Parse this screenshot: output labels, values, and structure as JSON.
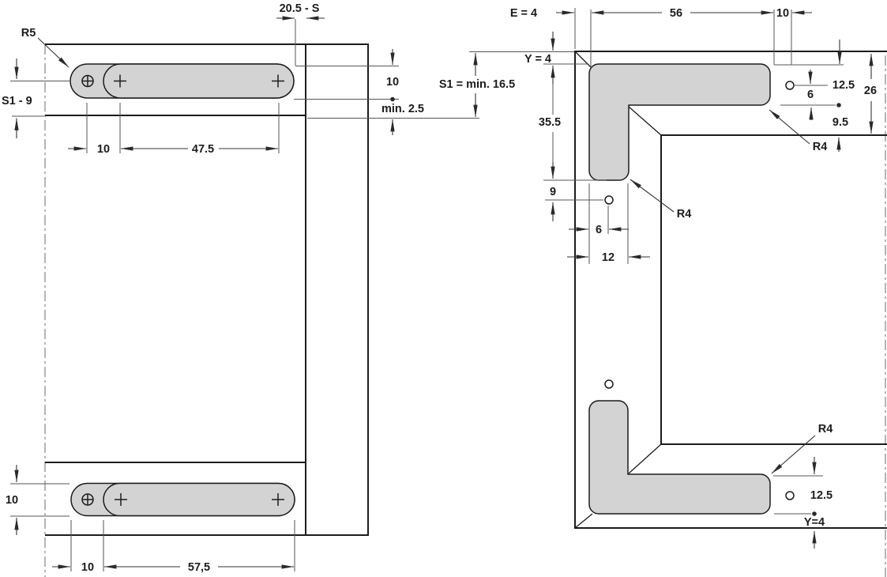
{
  "drawing": {
    "type": "technical-dimension-drawing",
    "colors": {
      "background": "#ffffff",
      "outline": "#1c1c1c",
      "dimension_lines": "#565656",
      "cutout_fill": "#d3d3d3",
      "text": "#1c1c1c"
    },
    "left_view": {
      "labels": {
        "radius_r5": "R5",
        "gap_top": "20.5 - S",
        "s1_minus_9": "S1 - 9",
        "slot_width_right": "10",
        "min_clearance": "min. 2.5",
        "s1_min": "S1 = min. 16.5",
        "hole_spacing_top": "10",
        "slot_length_top": "47.5",
        "hole_spacing_bottom": "10",
        "slot_length_bottom": "57,5",
        "slot_width_left": "10"
      }
    },
    "right_view": {
      "labels": {
        "edge_e4": "E = 4",
        "width_56": "56",
        "hole_offset_10": "10",
        "y_top": "Y = 4",
        "height_35_5": "35.5",
        "offset_9": "9",
        "offset_6_left": "6",
        "width_12": "12",
        "offset_12_5_top": "12.5",
        "depth_26": "26",
        "offset_6_right": "6",
        "offset_9_5": "9.5",
        "radius_r4_top": "R4",
        "radius_r4_mid": "R4",
        "radius_r4_bottom": "R4",
        "offset_12_5_bottom": "12.5",
        "y_bottom": "Y=4"
      }
    }
  }
}
